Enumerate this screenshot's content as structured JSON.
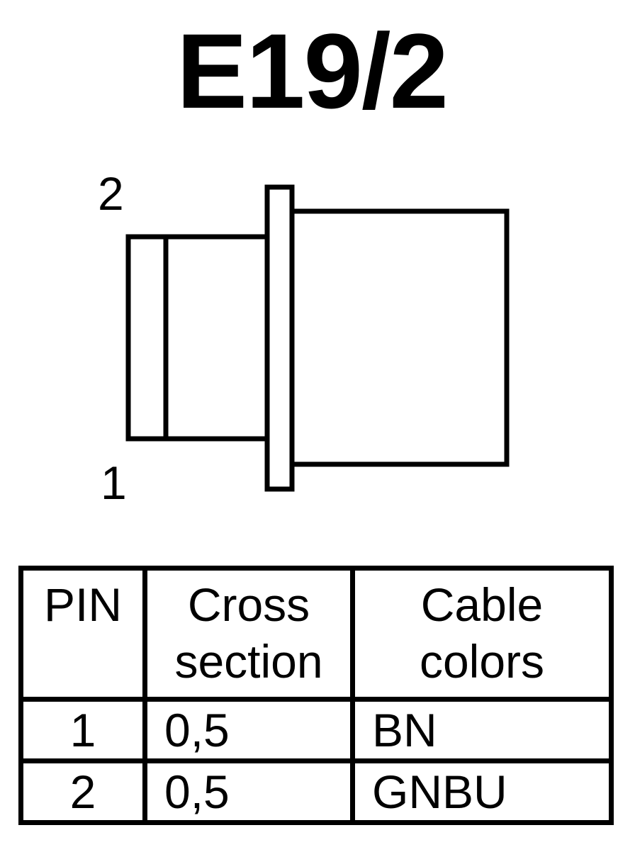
{
  "title": "E19/2",
  "diagram": {
    "pin_top_label": "2",
    "pin_bottom_label": "1"
  },
  "table": {
    "headers": {
      "pin": "PIN",
      "cross_line1": "Cross",
      "cross_line2": "section",
      "color_line1": "Cable",
      "color_line2": "colors"
    },
    "rows": [
      {
        "pin": "1",
        "cross_section": "0,5",
        "cable_color": "BN"
      },
      {
        "pin": "2",
        "cross_section": "0,5",
        "cable_color": "GNBU"
      }
    ]
  }
}
